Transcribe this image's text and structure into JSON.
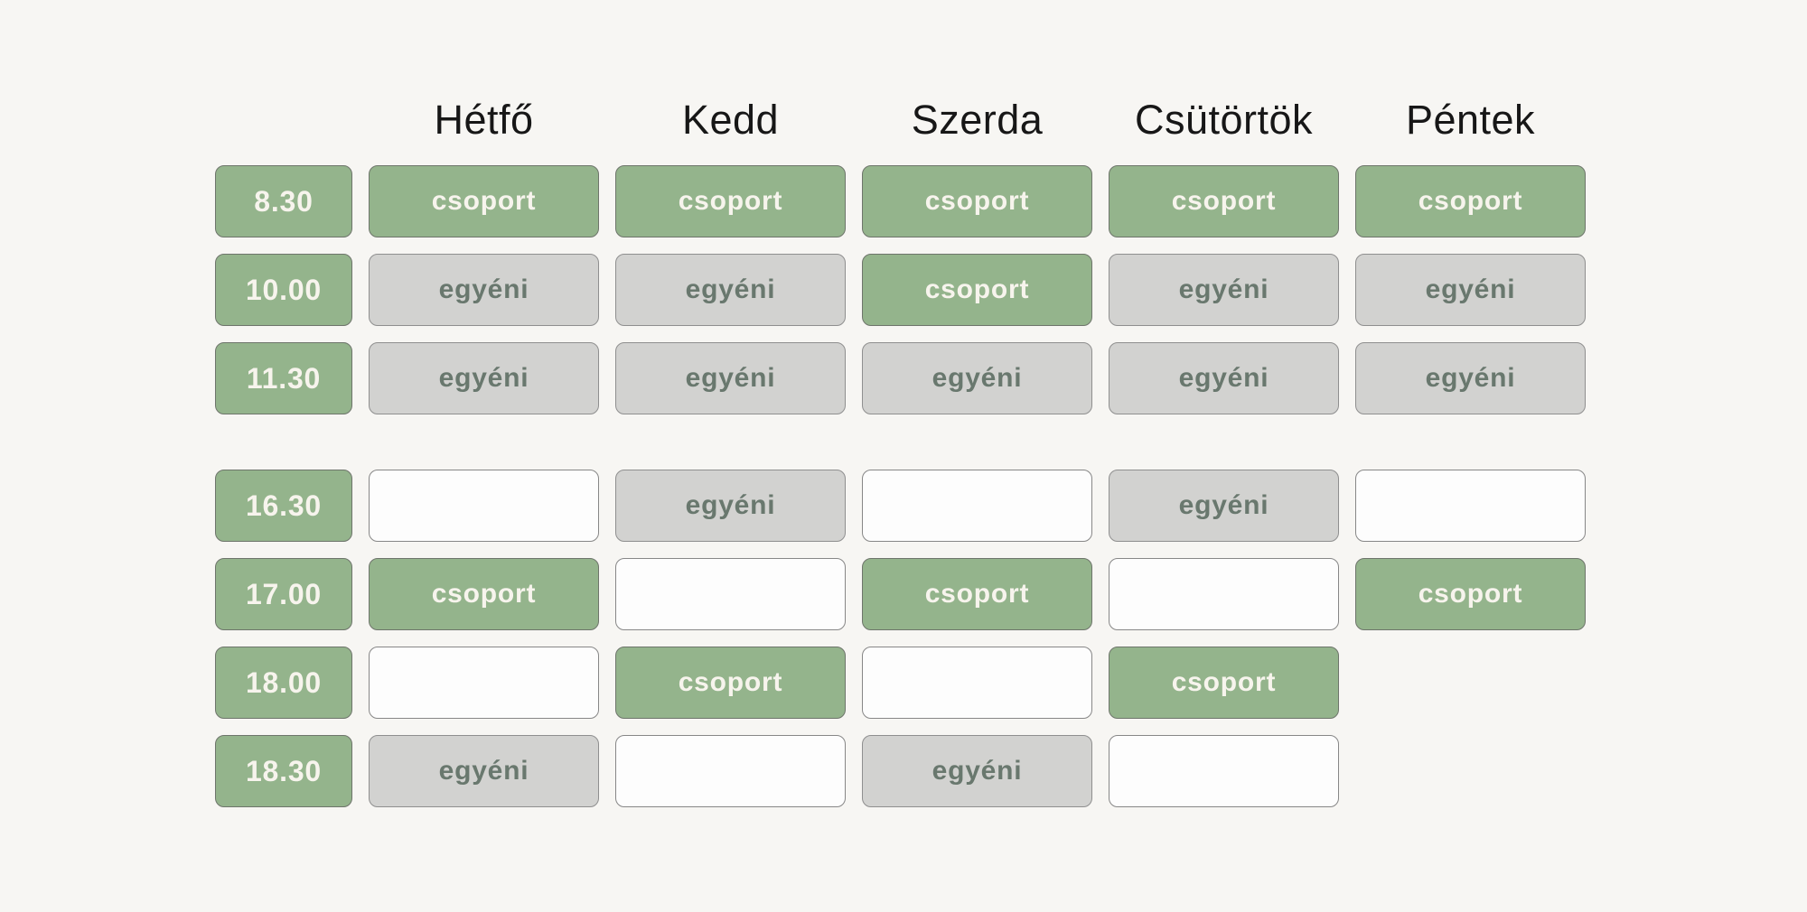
{
  "page": {
    "background": "#f7f6f3"
  },
  "colors": {
    "page_bg": "#f7f6f3",
    "day_header_text": "#171717",
    "time_bg": "#94b48c",
    "time_text": "#f7f4ed",
    "group_bg": "#94b48c",
    "group_text": "#f7f4ed",
    "group_border": "#6e756b",
    "individual_bg": "#d2d2d0",
    "individual_text": "#69786e",
    "individual_border": "#8f8f8f",
    "free_bg": "#fdfdfd",
    "free_border": "#878787"
  },
  "days": [
    {
      "key": "hetfo",
      "label": "Hétfő"
    },
    {
      "key": "kedd",
      "label": "Kedd"
    },
    {
      "key": "szerda",
      "label": "Szerda"
    },
    {
      "key": "csutortok",
      "label": "Csütörtök"
    },
    {
      "key": "pentek",
      "label": "Péntek"
    }
  ],
  "slot_labels": {
    "group": "csoport",
    "individual": "egyéni",
    "free": "",
    "none": ""
  },
  "rows": [
    {
      "time": "8.30",
      "gap_before": false,
      "slots": [
        "group",
        "group",
        "group",
        "group",
        "group"
      ]
    },
    {
      "time": "10.00",
      "gap_before": false,
      "slots": [
        "individual",
        "individual",
        "group",
        "individual",
        "individual"
      ]
    },
    {
      "time": "11.30",
      "gap_before": false,
      "slots": [
        "individual",
        "individual",
        "individual",
        "individual",
        "individual"
      ]
    },
    {
      "time": "16.30",
      "gap_before": true,
      "slots": [
        "free",
        "individual",
        "free",
        "individual",
        "free"
      ]
    },
    {
      "time": "17.00",
      "gap_before": false,
      "slots": [
        "group",
        "free",
        "group",
        "free",
        "group"
      ]
    },
    {
      "time": "18.00",
      "gap_before": false,
      "slots": [
        "free",
        "group",
        "free",
        "group",
        "none"
      ]
    },
    {
      "time": "18.30",
      "gap_before": false,
      "slots": [
        "individual",
        "free",
        "individual",
        "free",
        "none"
      ]
    }
  ],
  "chart_data": {
    "type": "table",
    "title": "",
    "columns": [
      "",
      "Hétfő",
      "Kedd",
      "Szerda",
      "Csütörtök",
      "Péntek"
    ],
    "rows": [
      [
        "8.30",
        "csoport",
        "csoport",
        "csoport",
        "csoport",
        "csoport"
      ],
      [
        "10.00",
        "egyéni",
        "egyéni",
        "csoport",
        "egyéni",
        "egyéni"
      ],
      [
        "11.30",
        "egyéni",
        "egyéni",
        "egyéni",
        "egyéni",
        "egyéni"
      ],
      [
        "16.30",
        "",
        "egyéni",
        "",
        "egyéni",
        ""
      ],
      [
        "17.00",
        "csoport",
        "",
        "csoport",
        "",
        "csoport"
      ],
      [
        "18.00",
        "",
        "csoport",
        "",
        "csoport",
        null
      ],
      [
        "18.30",
        "egyéni",
        "",
        "egyéni",
        "",
        null
      ]
    ],
    "legend": {
      "csoport": "group session (green)",
      "egyéni": "individual session (gray)",
      "blank": "available/empty slot (white box)",
      "null": "no slot box rendered"
    }
  }
}
